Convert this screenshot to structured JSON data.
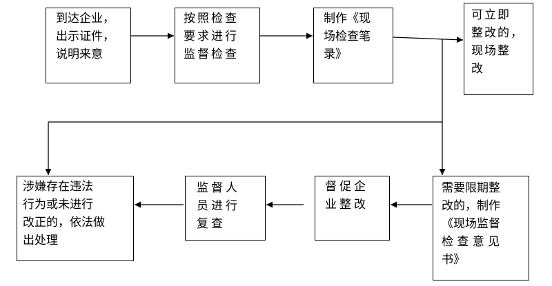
{
  "diagram": {
    "steps": {
      "arrive": "到达企业，\n出示证件，\n说明来意",
      "inspect": "按照检查\n要求进行\n监督检查",
      "record": "制作《现\n场检查笔\n录》",
      "immediate": "可立即\n整改的，\n现场整\n改",
      "deadline": "需要限期整\n改的，制作\n《现场监督\n检 查 意 见\n书》",
      "urge": "督促企\n业整改",
      "review": "监督人\n员进行\n复查",
      "penalty": "涉嫌存在违法\n行为或未进行\n改正的，依法做\n出处理"
    },
    "colors": {
      "line": "#000000",
      "box_fill": "#ffffff",
      "text": "#000000"
    }
  }
}
